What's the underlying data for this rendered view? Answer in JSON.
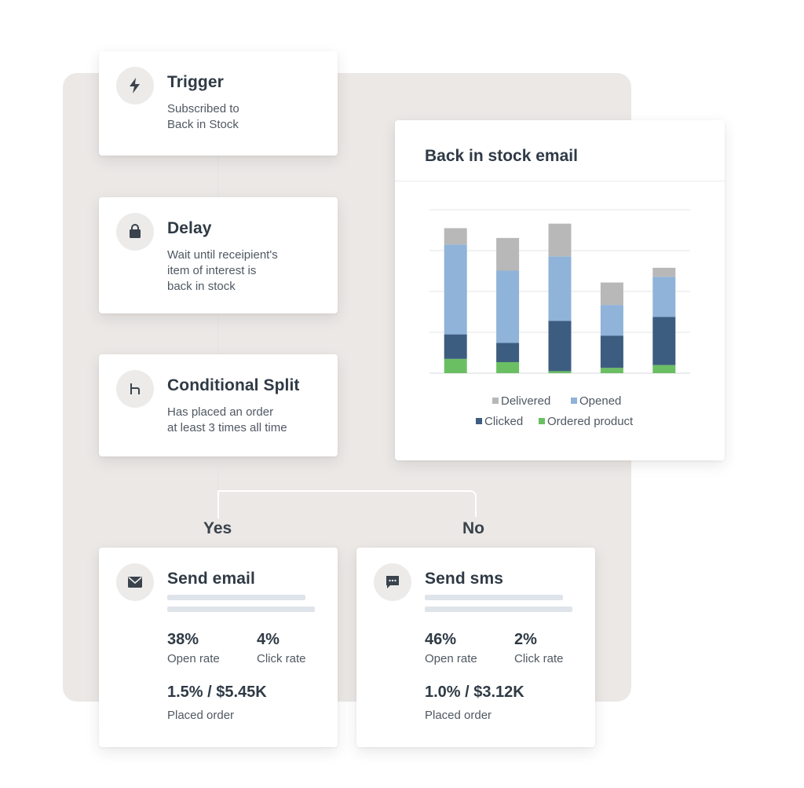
{
  "flow": {
    "trigger": {
      "icon": "lightning-icon",
      "title": "Trigger",
      "desc_lines": [
        "Subscribed to",
        "Back in Stock"
      ]
    },
    "delay": {
      "icon": "bag-icon",
      "title": "Delay",
      "desc_lines": [
        "Wait until receipient's",
        "item of interest is",
        "back in stock"
      ]
    },
    "split": {
      "icon": "split-icon",
      "title": "Conditional Split",
      "desc_lines": [
        "Has placed an order",
        "at least 3 times all time"
      ]
    },
    "yes_label": "Yes",
    "no_label": "No"
  },
  "email_card": {
    "icon": "envelope-icon",
    "title": "Send email",
    "open_rate_value": "38%",
    "open_rate_label": "Open rate",
    "click_rate_value": "4%",
    "click_rate_label": "Click rate",
    "placed_value": "1.5% / $5.45K",
    "placed_label": "Placed order"
  },
  "sms_card": {
    "icon": "chat-bubble-icon",
    "title": "Send sms",
    "open_rate_value": "46%",
    "open_rate_label": "Open rate",
    "click_rate_value": "2%",
    "click_rate_label": "Click rate",
    "placed_value": "1.0% / $3.12K",
    "placed_label": "Placed order"
  },
  "chart_data": {
    "type": "bar",
    "stacked": true,
    "title": "Back in stock email",
    "xlabel": "",
    "ylabel": "",
    "categories": [
      "",
      "",
      "",
      "",
      ""
    ],
    "ylim": [
      0,
      4
    ],
    "grid": true,
    "legend_position": "bottom",
    "series": [
      {
        "name": "Ordered product",
        "color": "#6bbf63",
        "values": [
          0.35,
          0.27,
          0.05,
          0.13,
          0.2
        ]
      },
      {
        "name": "Clicked",
        "color": "#3d5d80",
        "values": [
          0.6,
          0.47,
          1.23,
          0.79,
          1.18
        ]
      },
      {
        "name": "Opened",
        "color": "#8fb3d9",
        "values": [
          2.2,
          1.77,
          1.58,
          0.75,
          0.98
        ]
      },
      {
        "name": "Delivered",
        "color": "#b8b8b8",
        "values": [
          0.4,
          0.8,
          0.8,
          0.55,
          0.22
        ]
      }
    ],
    "legend_rows": [
      [
        "Delivered",
        "Opened"
      ],
      [
        "Clicked",
        "Ordered product"
      ]
    ]
  }
}
